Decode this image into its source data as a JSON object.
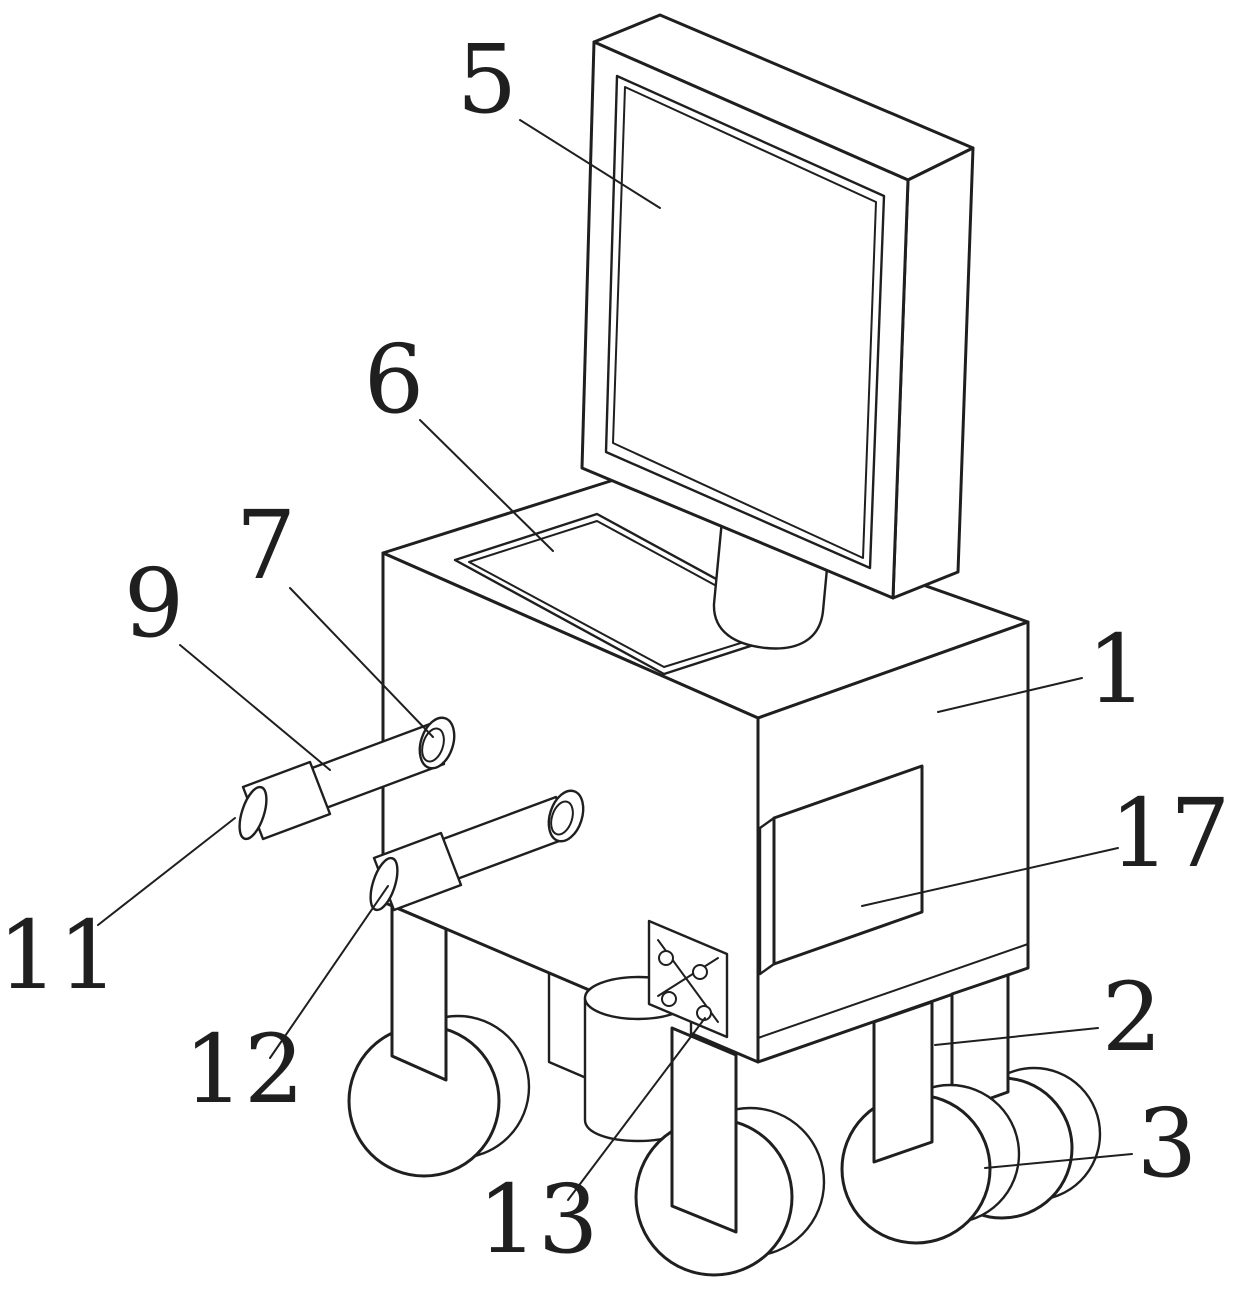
{
  "figure": {
    "type": "patent-technical-drawing",
    "background_color": "#ffffff",
    "line_color": "#1f1f1f"
  },
  "labels": {
    "n1": "1",
    "n2": "2",
    "n3": "3",
    "n5": "5",
    "n6": "6",
    "n7": "7",
    "n9": "9",
    "n11": "11",
    "n12": "12",
    "n13": "13",
    "n17": "17"
  }
}
